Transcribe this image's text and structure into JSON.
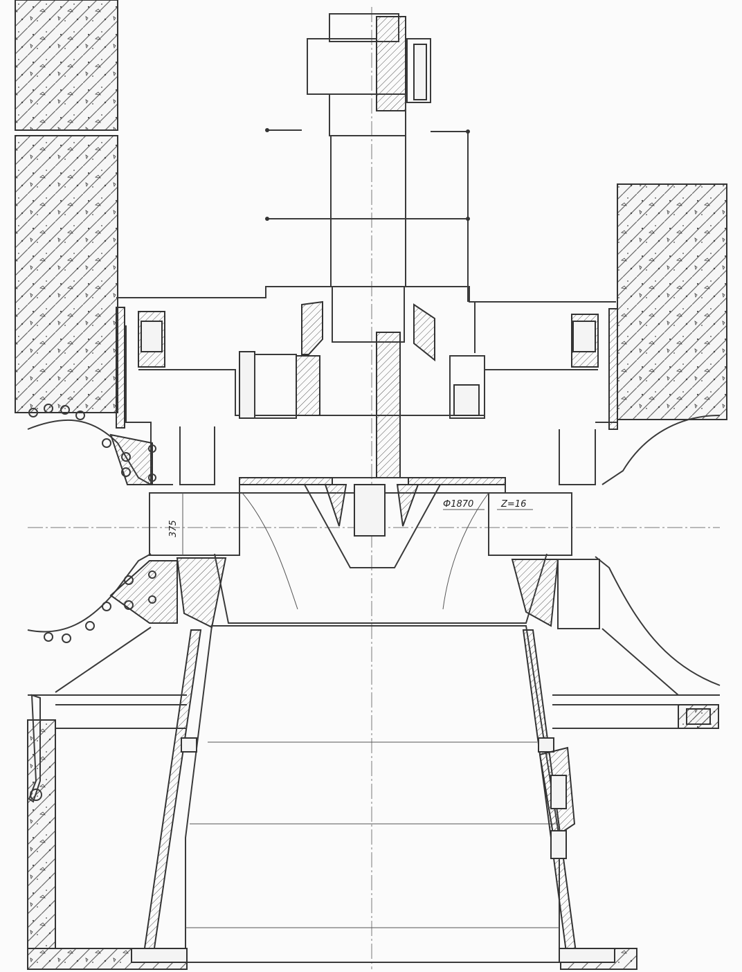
{
  "drawing": {
    "dimension_diameter": "Ф1870",
    "blade_count": "Z=16",
    "guide_vane_height": "375"
  },
  "colors": {
    "line": "#3a3a3a",
    "hatch": "#555555",
    "paper": "#fbfbfb"
  }
}
